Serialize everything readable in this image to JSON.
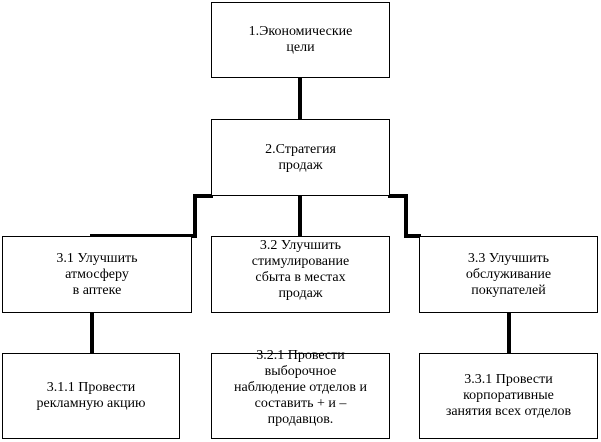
{
  "diagram": {
    "root": {
      "label": "1.Экономические\nцели"
    },
    "strategy": {
      "label": "2.Стратегия\nпродаж"
    },
    "goals": [
      {
        "label": "3.1 Улучшить\nатмосферу\nв аптеке"
      },
      {
        "label": "3.2 Улучшить\nстимулирование\nсбыта в местах\nпродаж"
      },
      {
        "label": "3.3 Улучшить\nобслуживание\nпокупателей"
      }
    ],
    "actions": [
      {
        "label": "3.1.1 Провести\nрекламную акцию"
      },
      {
        "label": "3.2.1 Провести\nвыборочное\nнаблюдение отделов и\nсоставить + и –\nпродавцов."
      },
      {
        "label": "3.3.1 Провести\nкорпоративные\nзанятия всех отделов"
      }
    ]
  }
}
